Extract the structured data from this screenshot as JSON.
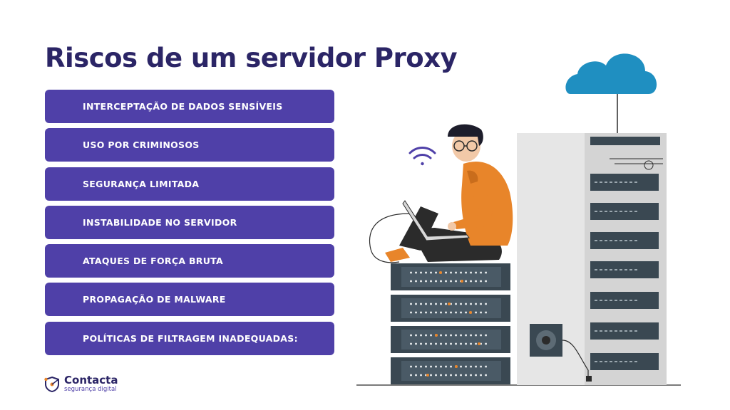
{
  "title": "Riscos de um servidor Proxy",
  "risks": [
    "INTERCEPTAÇÃO DE DADOS SENSÍVEIS",
    "USO POR CRIMINOSOS",
    "SEGURANÇA LIMITADA",
    "INSTABILIDADE NO SERVIDOR",
    "ATAQUES DE FORÇA BRUTA",
    "PROPAGAÇÃO DE MALWARE",
    "POLÍTICAS DE FILTRAGEM INADEQUADAS:"
  ],
  "brand": {
    "name": "Contacta",
    "tagline": "segurança digital"
  },
  "colors": {
    "title": "#2b2566",
    "card": "#4f40a8",
    "cloud": "#1f8fc1",
    "hoodie": "#e8852a",
    "rack": "#3a4852"
  },
  "illustration_icons": [
    "cloud-icon",
    "wifi-icon",
    "server-rack-icon",
    "person-with-laptop"
  ]
}
